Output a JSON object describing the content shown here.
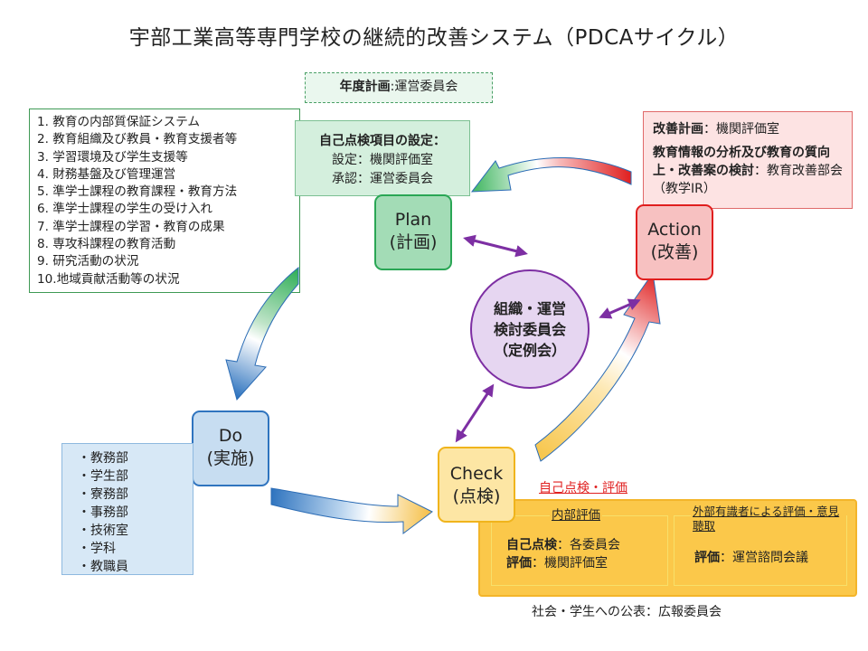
{
  "title": "宇部工業高等専門学校の継続的改善システム（PDCAサイクル）",
  "annual_plan": {
    "label": "年度計画",
    "value": ":運営委員会"
  },
  "check_items": [
    "1.  教育の内部質保証システム",
    "2.  教育組織及び教員・教育支援者等",
    "3.  学習環境及び学生支援等",
    "4.  財務基盤及び管理運営",
    "5.  準学士課程の教育課程・教育方法",
    "6.  準学士課程の学生の受け入れ",
    "7.  準学士課程の学習・教育の成果",
    "8.  専攻科課程の教育活動",
    "9.  研究活動の状況",
    "10.地域貢献活動等の状況"
  ],
  "item_setting": {
    "heading": "自己点検項目の設定：",
    "set": "設定：機関評価室",
    "approve": "承認：運営委員会"
  },
  "improvement": {
    "plan_label": "改善計画",
    "plan_value": "：機関評価室",
    "analysis_label": "教育情報の分析及び教育の質向上・改善案の検討",
    "analysis_value": "：教育改善部会（教学IR）"
  },
  "nodes": {
    "plan": {
      "en": "Plan",
      "jp": "(計画)"
    },
    "do": {
      "en": "Do",
      "jp": "(実施)"
    },
    "check": {
      "en": "Check",
      "jp": "(点検)"
    },
    "action": {
      "en": "Action",
      "jp": "(改善)"
    }
  },
  "council": {
    "line1": "組織・運営",
    "line2": "検討委員会",
    "line3": "（定例会）"
  },
  "do_units": [
    "・教務部",
    "・学生部",
    "・寮務部",
    "・事務部",
    "・技術室",
    "・学科",
    "・教職員"
  ],
  "check_section": {
    "heading": "自己点検・評価",
    "internal": {
      "heading": "内部評価",
      "self_label": "自己点検",
      "self_value": "：各委員会",
      "eval_label": "評価",
      "eval_value": "：機関評価室"
    },
    "external": {
      "heading": "外部有識者による評価・意見聴取",
      "eval_label": "評価",
      "eval_value": "：運営諮問会議"
    }
  },
  "publicity": "社会・学生への公表：広報委員会",
  "colors": {
    "plan_green": "#2aa655",
    "action_red": "#e01e1e",
    "do_blue": "#2f74bf",
    "check_yellow": "#f0b41c",
    "council_purple": "#7d2fa3"
  }
}
